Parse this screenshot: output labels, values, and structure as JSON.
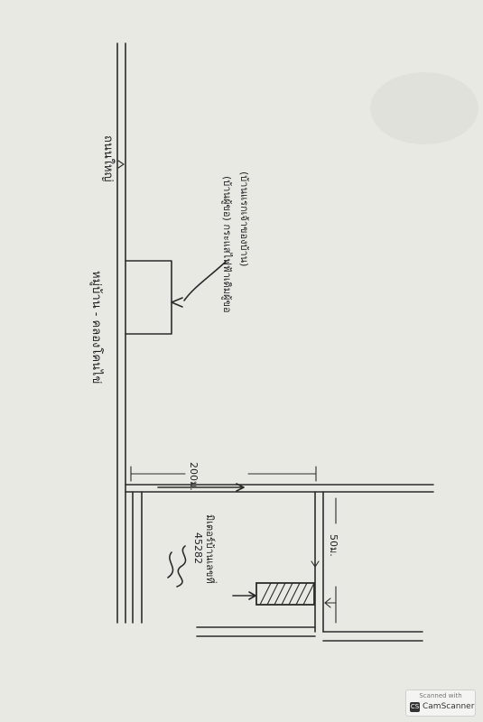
{
  "labels": {
    "road_top": "ถนนใหญ่",
    "road_mid": "หมู่บ้าน - คลองโคนไข่",
    "house_note": "(บ้านผู้ขอ) กระแสไฟฟ้าเดิมผู้ขอ",
    "house_note_line2": "(บ้านแรกเจ้าของบ้าน)",
    "distance_top": "200ม.",
    "distance_side": "50ม.",
    "meter_label": "มิเตอร์บ้านเลขที่",
    "meter_number": "45282"
  },
  "watermark": {
    "top_text": "Scanned with",
    "brand": "CamScanner",
    "logo": "CS"
  }
}
